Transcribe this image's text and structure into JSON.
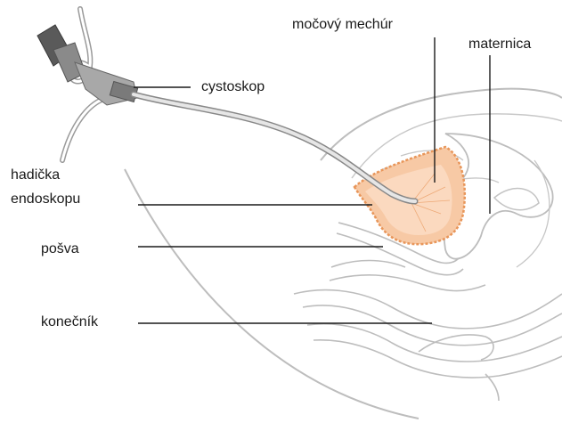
{
  "labels": {
    "cystoskop": "cystoskop",
    "mocovy_mechur": "močový mechúr",
    "maternica": "maternica",
    "hadicka_line1": "hadička",
    "hadicka_line2": "endoskopu",
    "posva": "pošva",
    "konecnik": "konečník"
  },
  "colors": {
    "outline": "#b8b8b8",
    "bladder_fill": "#f7c9a5",
    "bladder_stroke": "#e8965a",
    "leader_line": "#1a1a1a",
    "instrument": "#9a9a9a"
  }
}
